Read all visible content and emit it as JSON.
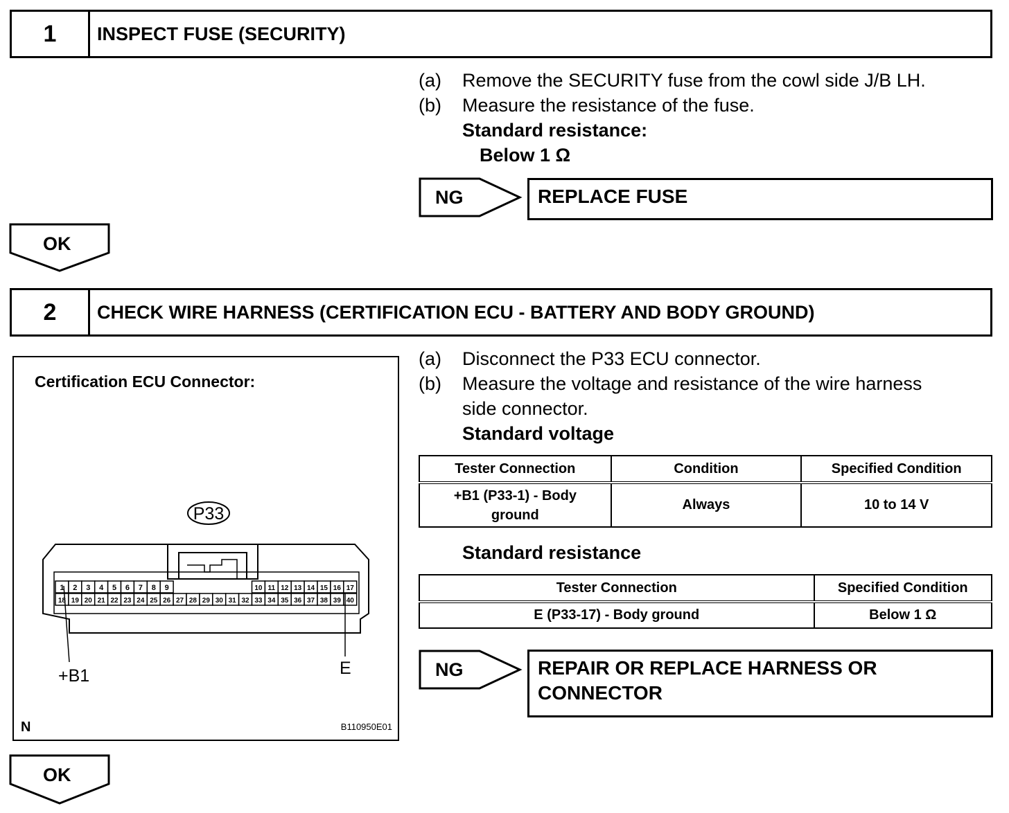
{
  "step1": {
    "number": "1",
    "title": "INSPECT FUSE (SECURITY)",
    "instructions": [
      {
        "label": "(a)",
        "text": "Remove the SECURITY fuse from the cowl side J/B LH."
      },
      {
        "label": "(b)",
        "text": "Measure the resistance of the fuse."
      }
    ],
    "standard_label": "Standard resistance:",
    "standard_value": "Below 1 Ω",
    "ng_label": "NG",
    "ng_result": "REPLACE FUSE",
    "ok_label": "OK"
  },
  "step2": {
    "number": "2",
    "title": "CHECK WIRE HARNESS (CERTIFICATION ECU - BATTERY AND BODY GROUND)",
    "instructions": [
      {
        "label": "(a)",
        "text": "Disconnect the P33 ECU connector."
      },
      {
        "label": "(b)",
        "text": "Measure the voltage and resistance of the wire harness"
      },
      {
        "label": "",
        "text": "side connector."
      }
    ],
    "voltage_heading": "Standard voltage",
    "voltage_table": {
      "headers": [
        "Tester Connection",
        "Condition",
        "Specified Condition"
      ],
      "rows": [
        [
          "+B1 (P33-1) - Body ground",
          "Always",
          "10 to 14 V"
        ]
      ]
    },
    "resistance_heading": "Standard resistance",
    "resistance_table": {
      "headers": [
        "Tester Connection",
        "Specified Condition"
      ],
      "rows": [
        [
          "E (P33-17) - Body ground",
          "Below 1 Ω"
        ]
      ]
    },
    "ng_label": "NG",
    "ng_result_line1": "REPAIR OR REPLACE HARNESS OR",
    "ng_result_line2": "CONNECTOR",
    "ok_label": "OK"
  },
  "diagram": {
    "title": "Certification ECU Connector:",
    "connector_id": "P33",
    "top_pins_left": [
      "1",
      "2",
      "3",
      "4",
      "5",
      "6",
      "7",
      "8",
      "9"
    ],
    "top_pins_right": [
      "10",
      "11",
      "12",
      "13",
      "14",
      "15",
      "16",
      "17"
    ],
    "bottom_pins": [
      "18",
      "19",
      "20",
      "21",
      "22",
      "23",
      "24",
      "25",
      "26",
      "27",
      "28",
      "29",
      "30",
      "31",
      "32",
      "33",
      "34",
      "35",
      "36",
      "37",
      "38",
      "39",
      "40"
    ],
    "label_b1": "+B1",
    "label_e": "E",
    "corner_n": "N",
    "figure_code": "B110950E01"
  }
}
